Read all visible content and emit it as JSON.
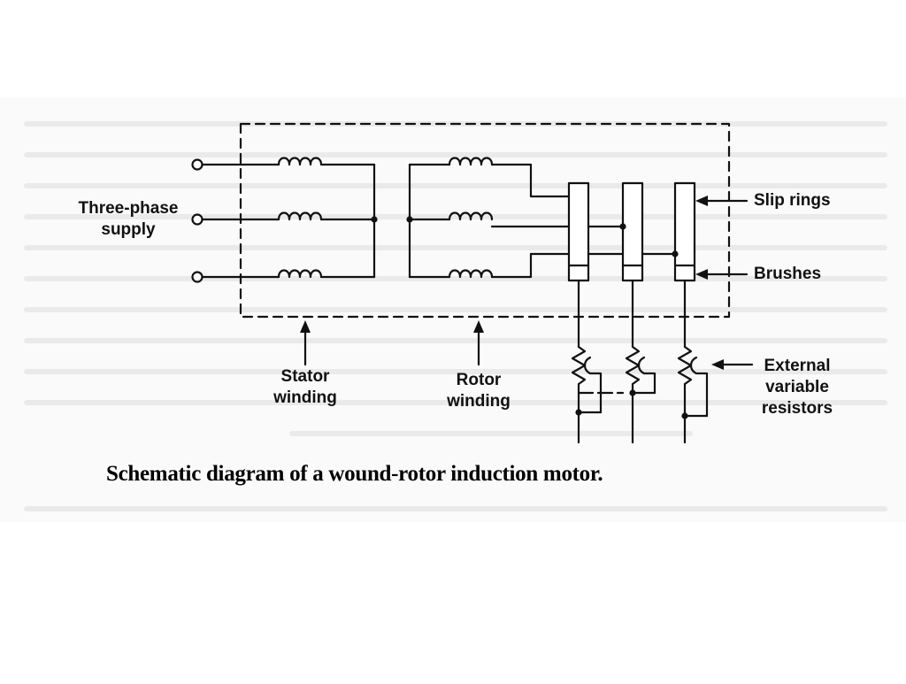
{
  "diagram": {
    "caption": "Schematic diagram of a wound-rotor induction motor.",
    "labels": {
      "supply_line1": "Three-phase",
      "supply_line2": "supply",
      "stator_line1": "Stator",
      "stator_line2": "winding",
      "rotor_line1": "Rotor",
      "rotor_line2": "winding",
      "slip_rings": "Slip rings",
      "brushes": "Brushes",
      "resistors_line1": "External",
      "resistors_line2": "variable",
      "resistors_line3": "resistors"
    },
    "colors": {
      "ink": "#111111",
      "background": "#ffffff",
      "scan_tint": "#f2f2f2"
    }
  }
}
